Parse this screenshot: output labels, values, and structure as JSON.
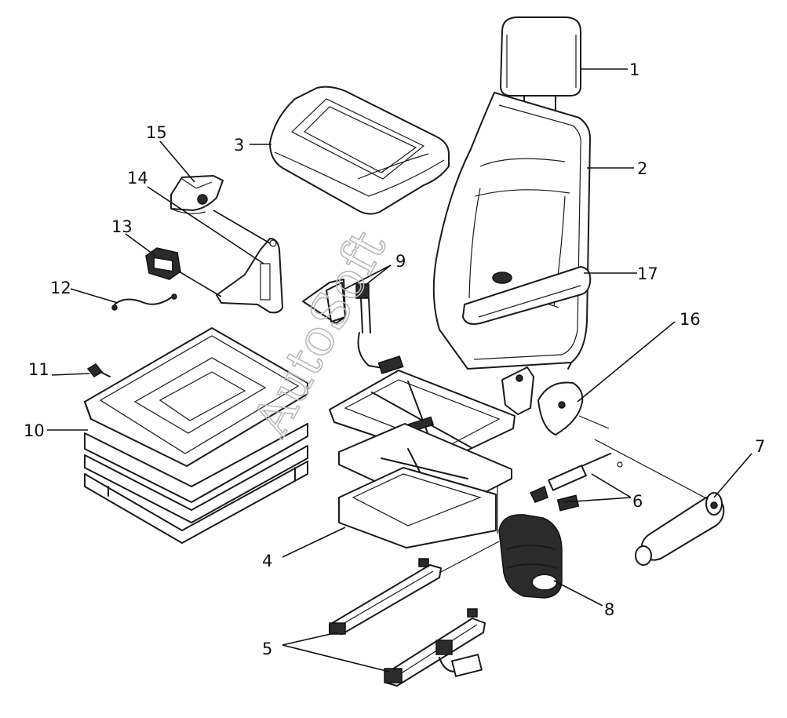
{
  "diagram": {
    "type": "exploded-parts-view",
    "callouts": [
      "1",
      "2",
      "3",
      "4",
      "5",
      "6",
      "7",
      "8",
      "9",
      "10",
      "11",
      "12",
      "13",
      "14",
      "15",
      "16",
      "17"
    ],
    "watermark": "AutoSoft"
  },
  "colors": {
    "line": "#1a1a1a",
    "background": "#ffffff",
    "watermark": "#b8b8b8",
    "dark_part": "#2b2b2b"
  }
}
